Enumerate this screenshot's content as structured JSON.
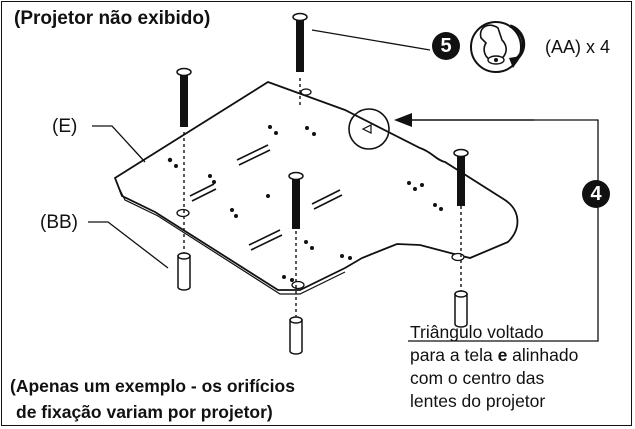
{
  "title": "(Projetor não exibido)",
  "labels": {
    "part_e": "(E)",
    "part_bb": "(BB)",
    "quantity": "(AA) x 4"
  },
  "steps": {
    "step5": "5",
    "step4": "4"
  },
  "callout": {
    "line1": "Triângulo voltado",
    "line2_pre": "para a tela ",
    "line2_bold": "e",
    "line2_post": " alinhado",
    "line3": "com o centro das",
    "line4": "lentes do projetor"
  },
  "note": {
    "line1": "(Apenas um exemplo - os orifícios",
    "line2": "de fixação variam por projetor)"
  },
  "icons": {
    "tighten": "screwdriver-tighten-icon"
  }
}
